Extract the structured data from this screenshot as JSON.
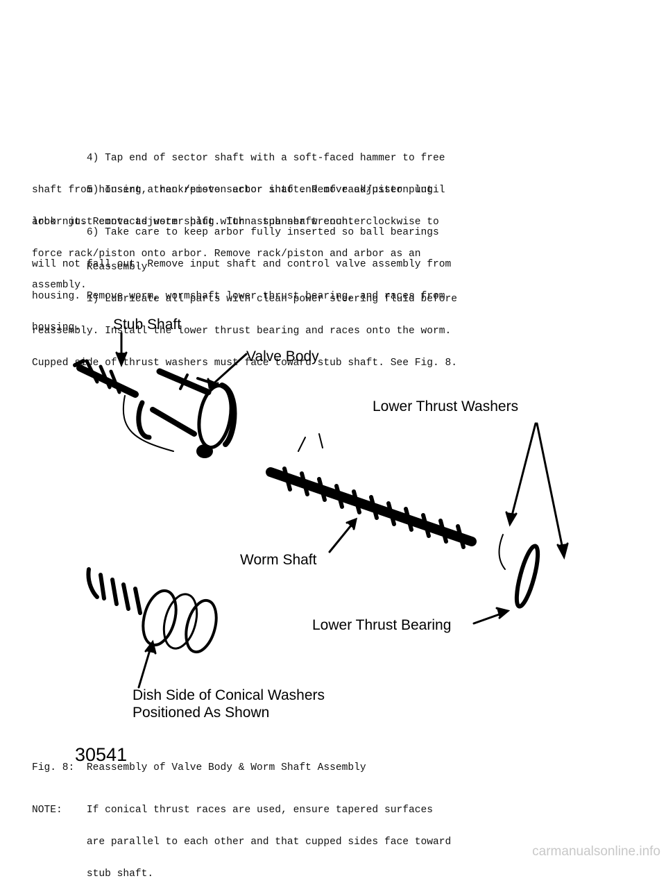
{
  "para1": [
    "         4) Tap end of sector shaft with a soft-faced hammer to free",
    "shaft from housing, then remove sector shaft. Remove adjuster plug",
    "lock nut. Remove adjuster plug with a spanner wrench."
  ],
  "para2": [
    "         5) Insert a rack/piston arbor into end of rack/piston until",
    "arbor just contacts worm shaft. Turn stub shaft counterclockwise to",
    "force rack/piston onto arbor. Remove rack/piston and arbor as an",
    "assembly."
  ],
  "para3": [
    "         6) Take care to keep arbor fully inserted so ball bearings",
    "will not fall out. Remove input shaft and control valve assembly from",
    "housing. Remove worm, wormshaft lower thrust bearing, and races from",
    "housing."
  ],
  "heading": "         Reassembly",
  "para4": [
    "         1) Lubricate all parts with clean power steering fluid before",
    "reassembly. Install the lower thrust bearing and races onto the worm.",
    "Cupped side of thrust washers must face toward stub shaft. See Fig. 8."
  ],
  "figure": {
    "labels": {
      "stub_shaft": "Stub Shaft",
      "valve_body": "Valve Body",
      "lower_thrust_washers": "Lower Thrust Washers",
      "worm_shaft": "Worm Shaft",
      "lower_thrust_bearing": "Lower Thrust Bearing",
      "dish_side_1": "Dish Side of Conical Washers",
      "dish_side_2": "Positioned As Shown"
    },
    "number": "30541"
  },
  "caption": "Fig. 8:  Reassembly of Valve Body & Worm Shaft Assembly",
  "note": [
    "NOTE:    If conical thrust races are used, ensure tapered surfaces",
    "         are parallel to each other and that cupped sides face toward",
    "         stub shaft."
  ],
  "watermark": "carmanualsonline.info"
}
